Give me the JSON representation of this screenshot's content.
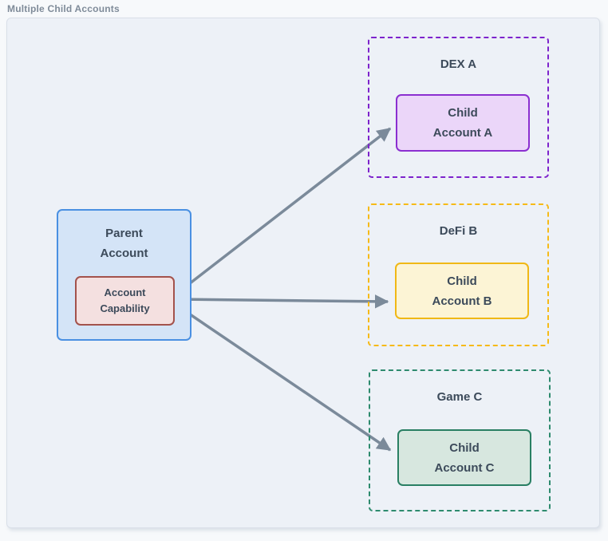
{
  "page": {
    "title": "Multiple Child Accounts"
  },
  "diagram": {
    "parent": {
      "line1": "Parent",
      "line2": "Account",
      "capability": {
        "line1": "Account",
        "line2": "Capability"
      }
    },
    "groups": [
      {
        "label": "DEX A",
        "child": {
          "line1": "Child",
          "line2": "Account A"
        }
      },
      {
        "label": "DeFi B",
        "child": {
          "line1": "Child",
          "line2": "Account B"
        }
      },
      {
        "label": "Game C",
        "child": {
          "line1": "Child",
          "line2": "Account C"
        }
      }
    ]
  },
  "colors": {
    "page_bg": "#f7f9fb",
    "canvas_bg": "#edf1f7",
    "canvas_border": "#d9dfe8",
    "title_text": "#7f8b99",
    "node_text": "#3c4a5a",
    "arrow": "#7b8a9a",
    "parent_fill": "#d4e4f7",
    "parent_border": "#4a90e2",
    "capability_fill": "#f4e0e0",
    "capability_border": "#a3524c",
    "dex_border": "#7d23cc",
    "child_a_fill": "#ebd6f9",
    "child_a_border": "#8b2fd0",
    "defi_border": "#f6ba17",
    "child_b_fill": "#fcf4d5",
    "child_b_border": "#f0b816",
    "game_border": "#2e8b6e",
    "child_c_fill": "#d7e7df",
    "child_c_border": "#297f63"
  }
}
